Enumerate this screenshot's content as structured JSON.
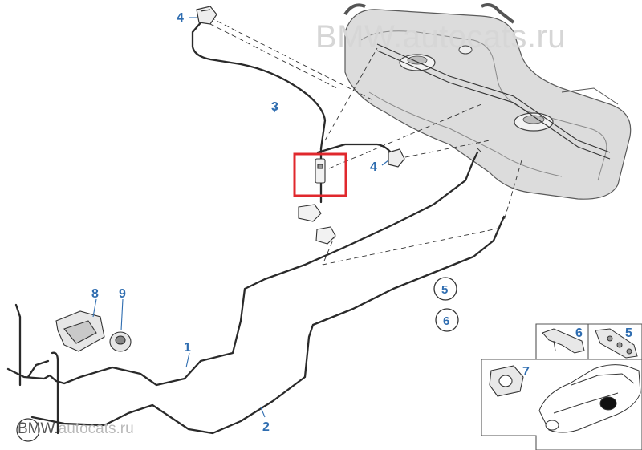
{
  "watermark": {
    "top_text": "BMW.autocats.ru",
    "bottom_text_dark": "BMW.",
    "bottom_text_light": "autocats.ru"
  },
  "callouts": {
    "fuel_pipe_feed": "1",
    "fuel_pipe_return": "2",
    "vent_pipe": "3",
    "clip_top": "4",
    "clip_right": "4",
    "circled_five": "5",
    "circled_six": "6",
    "holder": "8",
    "nut": "9",
    "inset_six": "6",
    "inset_five": "5",
    "inset_seven": "7"
  },
  "colors": {
    "callout_blue": "#2f6db0",
    "highlight_red": "#e0282d",
    "line_dark": "#2a2a2a",
    "tank_gray": "#9a9a9a"
  }
}
